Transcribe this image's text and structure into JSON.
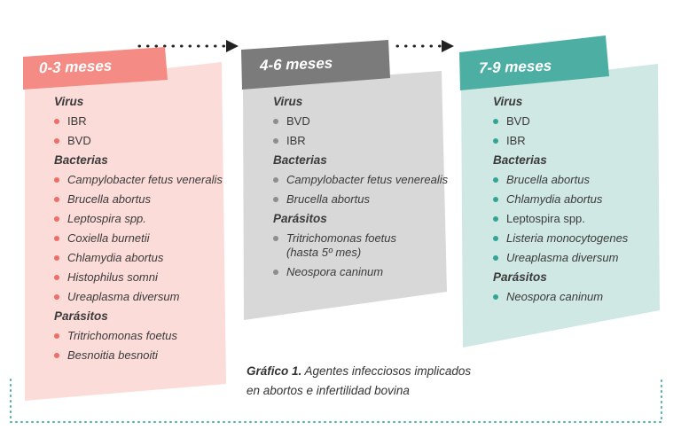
{
  "colors": {
    "panel1_bg": "#fcdcd9",
    "panel1_header": "#f48c85",
    "panel1_dot": "#ef6d67",
    "panel2_bg": "#d9d8d8",
    "panel2_header": "#7c7b7c",
    "panel2_dot": "#8e8d8e",
    "panel3_bg": "#cfe8e4",
    "panel3_header": "#4dafa3",
    "panel3_dot": "#33a596",
    "border": "#4bb0a4",
    "arrow": "#222222"
  },
  "panels": [
    {
      "title": "0-3 meses",
      "groups": [
        {
          "category": "Virus",
          "items": [
            {
              "text": "IBR",
              "italic": false
            },
            {
              "text": "BVD",
              "italic": false
            }
          ]
        },
        {
          "category": "Bacterias",
          "items": [
            {
              "text": "Campylobacter fetus veneralis",
              "italic": true
            },
            {
              "text": "Brucella abortus",
              "italic": true
            },
            {
              "text": "Leptospira spp.",
              "italic": true
            },
            {
              "text": "Coxiella burnetii",
              "italic": true
            },
            {
              "text": "Chlamydia abortus",
              "italic": true
            },
            {
              "text": "Histophilus somni",
              "italic": true
            },
            {
              "text": "Ureaplasma diversum",
              "italic": true
            }
          ]
        },
        {
          "category": "Parásitos",
          "items": [
            {
              "text": "Tritrichomonas foetus",
              "italic": true
            },
            {
              "text": "Besnoitia besnoiti",
              "italic": true
            }
          ]
        }
      ]
    },
    {
      "title": "4-6 meses",
      "groups": [
        {
          "category": "Virus",
          "items": [
            {
              "text": "BVD",
              "italic": false
            },
            {
              "text": "IBR",
              "italic": false
            }
          ]
        },
        {
          "category": "Bacterias",
          "items": [
            {
              "text": "Campylobacter fetus venerealis",
              "italic": true
            },
            {
              "text": "Brucella abortus",
              "italic": true
            }
          ]
        },
        {
          "category": "Parásitos",
          "items": [
            {
              "text": "Tritrichomonas foetus",
              "italic": true,
              "note": "(hasta 5º mes)"
            },
            {
              "text": "Neospora caninum",
              "italic": true
            }
          ]
        }
      ]
    },
    {
      "title": "7-9 meses",
      "groups": [
        {
          "category": "Virus",
          "items": [
            {
              "text": "BVD",
              "italic": false
            },
            {
              "text": "IBR",
              "italic": false
            }
          ]
        },
        {
          "category": "Bacterias",
          "items": [
            {
              "text": "Brucella abortus",
              "italic": true
            },
            {
              "text": "Chlamydia abortus",
              "italic": true
            },
            {
              "text": "Leptospira spp.",
              "italic": false
            },
            {
              "text": "Listeria monocytogenes",
              "italic": true
            },
            {
              "text": "Ureaplasma diversum",
              "italic": true
            }
          ]
        },
        {
          "category": "Parásitos",
          "items": [
            {
              "text": "Neospora caninum",
              "italic": true
            }
          ]
        }
      ]
    }
  ],
  "caption": {
    "bold": "Gráfico 1.",
    "line1": "Agentes infecciosos implicados",
    "line2": "en abortos e infertilidad bovina"
  }
}
